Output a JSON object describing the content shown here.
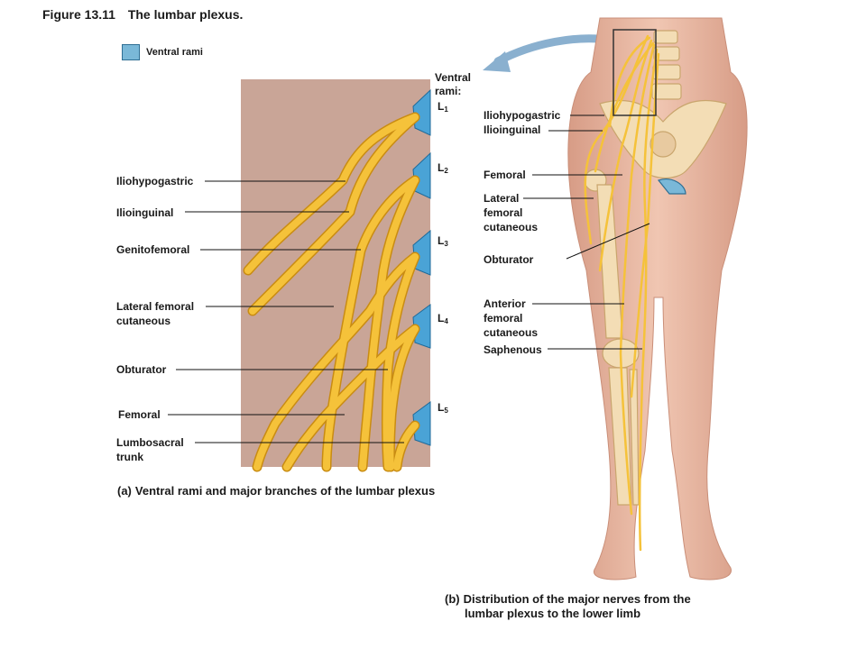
{
  "figure": {
    "number": "Figure 13.11",
    "title": "The lumbar plexus."
  },
  "legend": {
    "label": "Ventral rami",
    "color": "#7ab8d8"
  },
  "panel_a": {
    "rami_header": [
      "Ventral",
      "rami:"
    ],
    "levels": [
      "L",
      "L",
      "L",
      "L",
      "L"
    ],
    "level_subs": [
      "1",
      "2",
      "3",
      "4",
      "5"
    ],
    "labels": [
      "Iliohypogastric",
      "Ilioinguinal",
      "Genitofemoral",
      "Lateral femoral cutaneous",
      "Obturator",
      "Femoral",
      "Lumbosacral trunk"
    ],
    "caption_tag": "(a)",
    "caption": "Ventral rami and major branches of the lumbar plexus"
  },
  "panel_b": {
    "labels": [
      "Iliohypogastric",
      "Ilioinguinal",
      "Femoral",
      "Lateral femoral cutaneous",
      "Obturator",
      "Anterior femoral cutaneous",
      "Saphenous"
    ],
    "caption_tag": "(b)",
    "caption_lines": [
      "Distribution of the major nerves from the",
      "lumbar plexus to the lower limb"
    ]
  },
  "colors": {
    "nerve": "#f5c23a",
    "nerve_edge": "#c98c12",
    "ramus": "#4aa3d6",
    "bone": "#f3ddb5",
    "skin": "#eab8a0",
    "panel_bg": "#c9a597"
  }
}
